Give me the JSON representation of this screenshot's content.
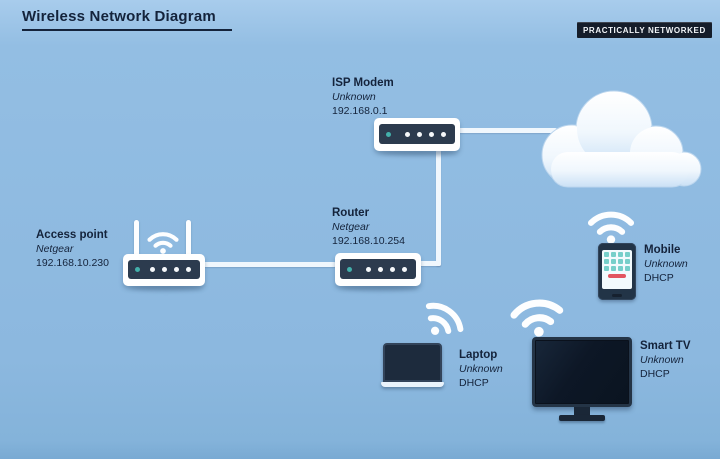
{
  "title": "Wireless Network Diagram",
  "logo": "PRACTICALLY NETWORKED",
  "colors": {
    "background": "#8cb8df",
    "text": "#14233b",
    "device_panel": "#2c3b4e",
    "led_accent": "#43b0ab",
    "connector_line": "#f0f7fd",
    "logo_background": "#151d2a",
    "phone_app_teal": "#76cfca",
    "phone_bar_red": "#e25560"
  },
  "nodes": {
    "isp_modem": {
      "label": "ISP Modem",
      "vendor": "Unknown",
      "address": "192.168.0.1"
    },
    "router": {
      "label": "Router",
      "vendor": "Netgear",
      "address": "192.168.10.254"
    },
    "access_point": {
      "label": "Access point",
      "vendor": "Netgear",
      "address": "192.168.10.230"
    },
    "mobile": {
      "label": "Mobile",
      "vendor": "Unknown",
      "address": "DHCP"
    },
    "laptop": {
      "label": "Laptop",
      "vendor": "Unknown",
      "address": "DHCP"
    },
    "smart_tv": {
      "label": "Smart TV",
      "vendor": "Unknown",
      "address": "DHCP"
    }
  }
}
